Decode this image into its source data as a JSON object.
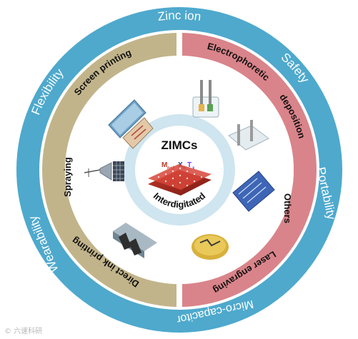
{
  "outer_ring": {
    "top": "Zinc ion",
    "left": "Flexibility",
    "right_top": "Safety",
    "right": "Portability",
    "left_bottom": "Wearability",
    "bottom": "Micro-capacitor",
    "color": "#4ea9cd"
  },
  "method_ring": {
    "left_color": "#c2b48a",
    "right_color": "#d9848a",
    "methods": {
      "screen_printing": "Screen printing",
      "spraying": "Spraying",
      "direct_ink_printing": "Direct ink printing",
      "electrophoretic": "Electrophoretic",
      "deposition": "deposition",
      "others": "Others",
      "laser_engraving": "Laser engraving"
    }
  },
  "center": {
    "title": "ZIMCs",
    "formula": {
      "m": "M",
      "m_sub": "n+1",
      "x": "X",
      "x_sub": "n",
      "t": "T",
      "t_sub": "x"
    },
    "subtitle": "Interdigitated"
  },
  "watermark": "© 六速科研"
}
